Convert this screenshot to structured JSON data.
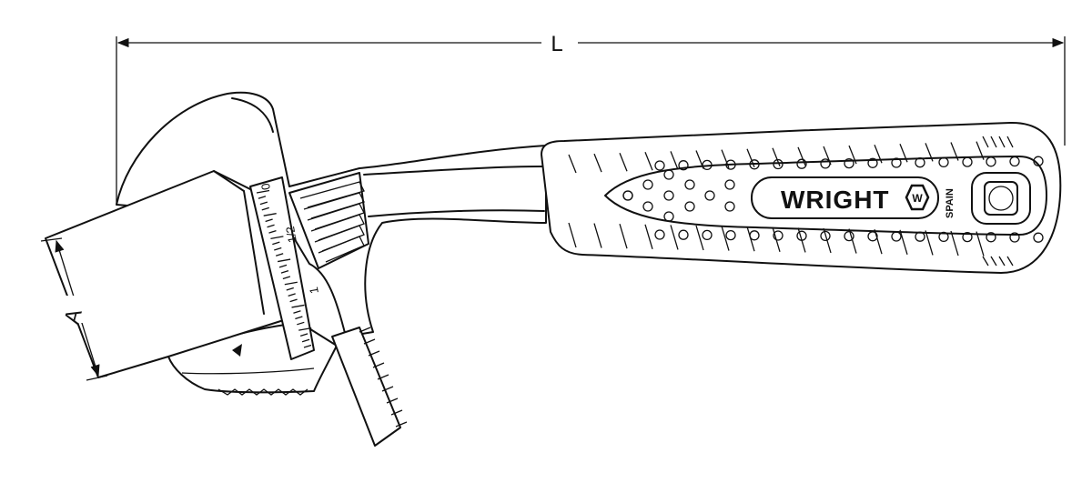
{
  "dimensions": {
    "length_label": "L",
    "jaw_capacity_label": "A"
  },
  "scale": {
    "mark_0": "0",
    "mark_half": "1/2",
    "mark_1": "1"
  },
  "handle": {
    "brand": "WRIGHT",
    "origin": "SPAIN"
  },
  "colors": {
    "line": "#111111",
    "background": "#ffffff"
  }
}
